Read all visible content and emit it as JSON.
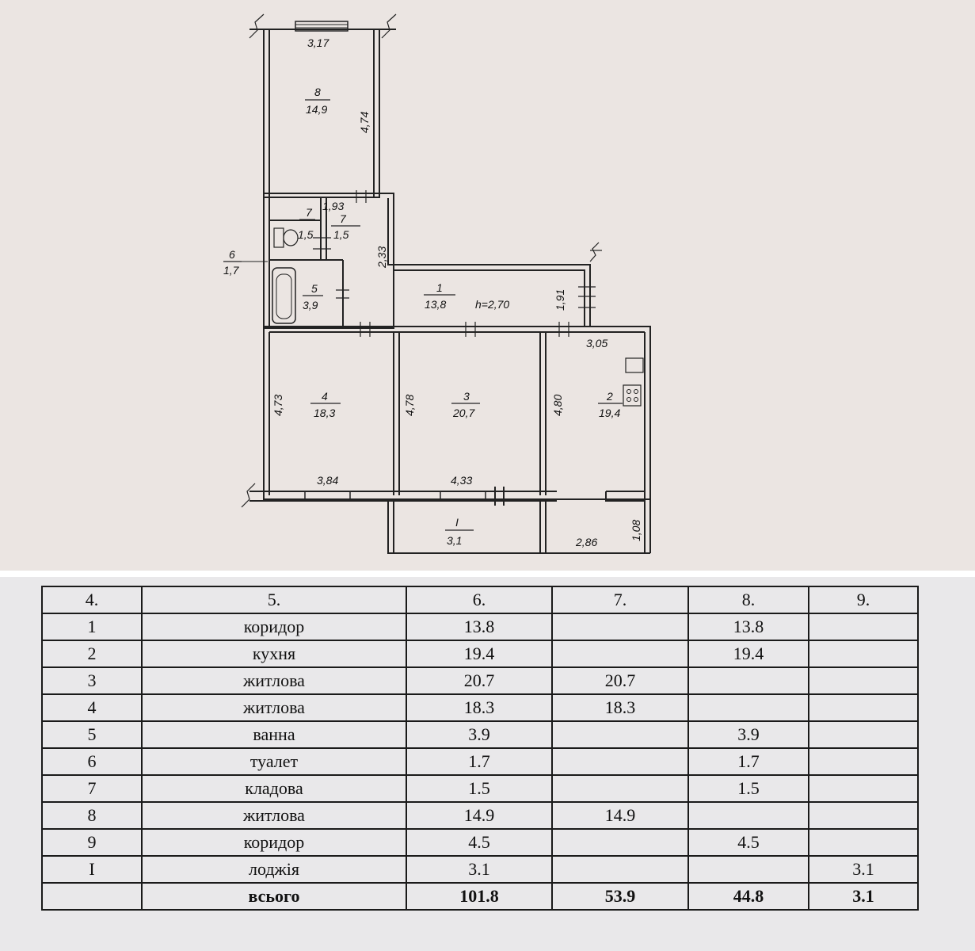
{
  "floor_plan": {
    "ceiling_height": "h=2,70",
    "rooms": [
      {
        "num": "8",
        "area": "14,9"
      },
      {
        "num": "7",
        "area": "1,5"
      },
      {
        "num": "7",
        "area": "1,5"
      },
      {
        "num": "6",
        "area": "1,7"
      },
      {
        "num": "5",
        "area": "3,9"
      },
      {
        "num": "1",
        "area": "13,8"
      },
      {
        "num": "4",
        "area": "18,3"
      },
      {
        "num": "3",
        "area": "20,7"
      },
      {
        "num": "2",
        "area": "19,4"
      },
      {
        "num": "I",
        "area": "3,1"
      }
    ],
    "dimensions": [
      "3,17",
      "4,74",
      "1,93",
      "2,33",
      "1,91",
      "3,05",
      "4,73",
      "4,78",
      "4,80",
      "3,84",
      "4,33",
      "2,86",
      "1,08"
    ]
  },
  "table": {
    "headers": [
      "4.",
      "5.",
      "6.",
      "7.",
      "8.",
      "9."
    ],
    "rows": [
      [
        "1",
        "коридор",
        "13.8",
        "",
        "13.8",
        ""
      ],
      [
        "2",
        "кухня",
        "19.4",
        "",
        "19.4",
        ""
      ],
      [
        "3",
        "житлова",
        "20.7",
        "20.7",
        "",
        ""
      ],
      [
        "4",
        "житлова",
        "18.3",
        "18.3",
        "",
        ""
      ],
      [
        "5",
        "ванна",
        "3.9",
        "",
        "3.9",
        ""
      ],
      [
        "6",
        "туалет",
        "1.7",
        "",
        "1.7",
        ""
      ],
      [
        "7",
        "кладова",
        "1.5",
        "",
        "1.5",
        ""
      ],
      [
        "8",
        "житлова",
        "14.9",
        "14.9",
        "",
        ""
      ],
      [
        "9",
        "коридор",
        "4.5",
        "",
        "4.5",
        ""
      ],
      [
        "I",
        "лоджія",
        "3.1",
        "",
        "",
        "3.1"
      ]
    ],
    "total": [
      "",
      "всього",
      "101.8",
      "53.9",
      "44.8",
      "3.1"
    ]
  }
}
